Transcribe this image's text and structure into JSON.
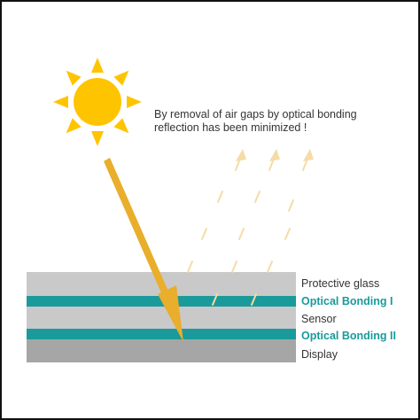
{
  "caption": {
    "line1": "By removal of air gaps by optical bonding",
    "line2": "reflection has been minimized !"
  },
  "layers": [
    {
      "key": "protective-glass",
      "label": "Protective glass",
      "color": "#c9c9c9",
      "emphasis": false
    },
    {
      "key": "optical-bonding-1",
      "label": "Optical Bonding I",
      "color": "#1a9a9a",
      "emphasis": true
    },
    {
      "key": "sensor",
      "label": "Sensor",
      "color": "#c9c9c9",
      "emphasis": false
    },
    {
      "key": "optical-bonding-2",
      "label": "Optical Bonding II",
      "color": "#1a9a9a",
      "emphasis": true
    },
    {
      "key": "display",
      "label": "Display",
      "color": "#a6a6a6",
      "emphasis": false
    }
  ],
  "colors": {
    "sun": "#ffc400",
    "incident_ray": "#e8ae2c",
    "reflected_ray": "#f5dca6"
  },
  "icons": [
    "sun-icon",
    "incident-light-arrow",
    "reflected-light-arrows"
  ]
}
